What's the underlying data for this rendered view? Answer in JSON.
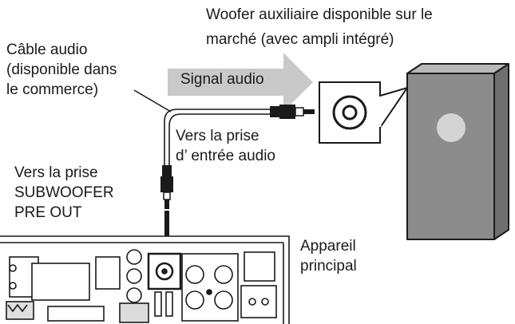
{
  "labels": {
    "woofer": [
      "Woofer auxiliaire disponible sur le",
      "marché (avec ampli intégré)"
    ],
    "cable": [
      "Câble audio",
      "(disponible dans",
      "le commerce)"
    ],
    "signal": "Signal audio",
    "input_jack": [
      "Vers la prise",
      "d’ entrée audio"
    ],
    "subwoofer_out": [
      "Vers la prise",
      "SUBWOOFER",
      "PRE OUT"
    ],
    "main_unit": [
      "Appareil",
      "principal"
    ]
  },
  "colors": {
    "line": "#1a1a1a",
    "arrow_fill": "#c9c9c9",
    "speaker_body": "#8c8c8c",
    "speaker_top": "#b8b8b8",
    "speaker_port": "#d4d4d4",
    "panel": "#ffffff"
  },
  "icons": [
    "signal-arrow-icon",
    "rca-plug-icon",
    "rca-jack-icon",
    "subwoofer-speaker-icon",
    "down-arrow-icon"
  ]
}
